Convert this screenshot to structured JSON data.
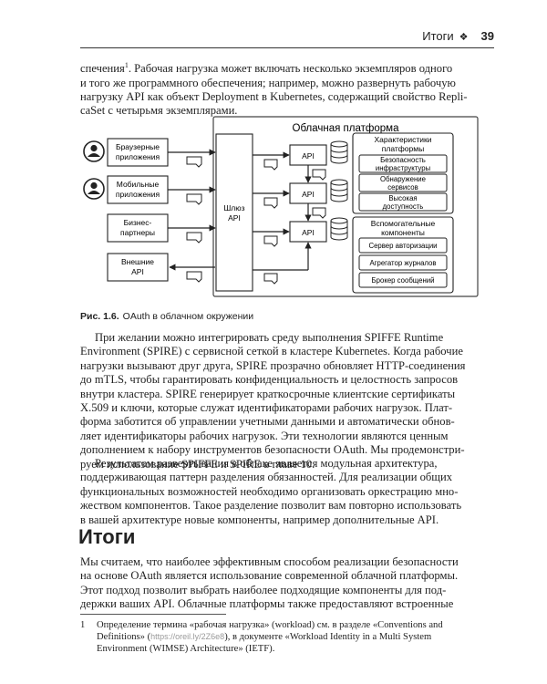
{
  "header": {
    "section": "Итоги",
    "ornament": "❖",
    "page": "39"
  },
  "intro_lines": [
    "спечения",
    "и того же программного обеспечения; например, можно развернуть рабочую",
    "нагрузку API как объект Deployment в Kubernetes, содержащий свойство Repli-",
    "caSet с четырьмя экземплярами."
  ],
  "intro_tail": ". Рабочая нагрузка может включать несколько экземпляров одного",
  "intro_fnref": "1",
  "diagram": {
    "cloud_title": "Облачная платформа",
    "clients": [
      "Браузерные приложения",
      "Мобильные приложения",
      "Бизнес-партнеры",
      "Внешние API"
    ],
    "gateway": "Шлюз API",
    "api_label": "API",
    "char_title": "Характеристики платформы",
    "char_items": [
      "Безопасность инфраструктуры",
      "Обнаружение сервисов",
      "Высокая доступность"
    ],
    "aux_title": "Вспомогательные компоненты",
    "aux_items": [
      "Сервер авторизации",
      "Агрегатор журналов",
      "Брокер сообщений"
    ]
  },
  "caption": {
    "label": "Рис. 1.6.",
    "text": "OAuth в облачном окружении"
  },
  "p2_lines": [
    "При желании можно интегрировать среду выполнения SPIFFE Runtime",
    "Environment (SPIRE) с сервисной сеткой в кластере Kubernetes. Когда рабочие",
    "нагрузки вызывают друг друга, SPIRE прозрачно обновляет HTTP-соединения",
    "до mTLS, чтобы гарантировать конфиденциальность и целостность запросов",
    "внутри кластера. SPIRE генерирует краткосрочные клиентские сертификаты",
    "X.509 и ключи, которые служат идентификаторами рабочих нагрузок. Плат-",
    "форма заботится об управлении учетными данными и автоматически обнов-",
    "ляет идентификаторы рабочих нагрузок. Эти технологии являются ценным",
    "дополнением к набору инструментов безопасности OAuth. Мы продемонстри-",
    "руем использование SPIFFE и SPIRE в главе 10."
  ],
  "p3_lines": [
    "Результатом развертывания в облаке является модульная архитектура,",
    "поддерживающая паттерн разделения обязанностей. Для реализации общих",
    "функциональных возможностей необходимо организовать оркестрацию мно-",
    "жеством компонентов. Такое разделение позволит вам повторно использовать",
    "в вашей архитектуре новые компоненты, например дополнительные API."
  ],
  "heading": "Итоги",
  "p4_lines": [
    "Мы считаем, что наиболее эффективным способом реализации безопасности",
    "на основе OAuth является использование современной облачной платформы.",
    "Этот подход позволит выбрать наиболее подходящие компоненты для под-",
    "держки ваших API. Облачные платформы также предоставляют встроенные"
  ],
  "footnote": {
    "num": "1",
    "line1": "Определение термина «рабочая нагрузка» (workload) см. в разделе «Conventions and",
    "line2_a": "Definitions» (",
    "link": "https://oreil.ly/2Z6e8",
    "line2_b": "), в документе «Workload Identity in a Multi System",
    "line3": "Environment (WIMSE) Architecture» (IETF)."
  }
}
